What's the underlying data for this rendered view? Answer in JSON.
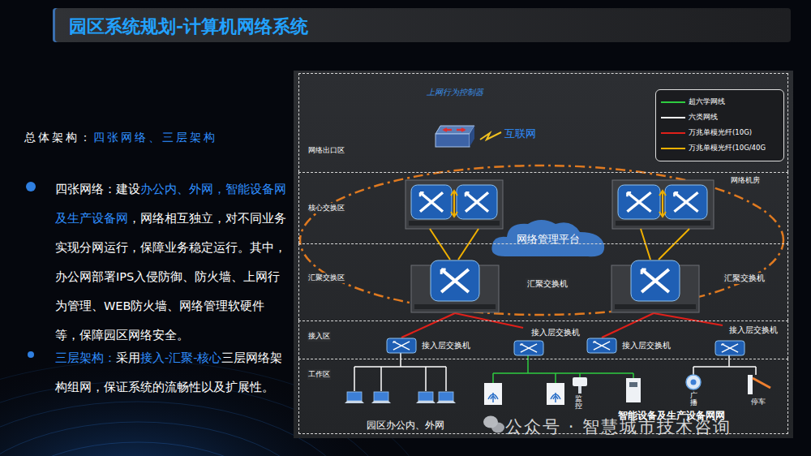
{
  "diagram": {
    "title": "园区系统规划-计算机网络系统",
    "nodes": [
      {
        "text": [
          "网络出口区"
        ]
      },
      {
        "text": [
          "核心交换区"
        ]
      },
      {
        "text": [
          "汇聚交换区"
        ]
      },
      {
        "text": [
          "接入区"
        ]
      },
      {
        "text": [
          "工作区"
        ]
      },
      {
        "text": [
          "上网行为控制器"
        ],
        "in": 0
      },
      {
        "text": [
          "网络管理平台"
        ],
        "in": 1
      },
      {
        "text": [
          "汇聚交换机"
        ],
        "in": 2
      },
      {
        "text": [
          "汇聚交换机"
        ],
        "in": 2
      },
      {
        "text": [
          "接入层交换机"
        ],
        "in": 3
      },
      {
        "text": [
          "接入层交换机"
        ],
        "in": 3
      },
      {
        "text": [
          "接入层交换机"
        ],
        "in": 3
      },
      {
        "text": [
          "接入层交换机"
        ],
        "in": 3
      }
    ],
    "edges": [
      {
        "from": 7,
        "to": 9,
        "arrow": "none"
      },
      {
        "from": 7,
        "to": 10,
        "arrow": "none"
      },
      {
        "from": 8,
        "to": 11,
        "arrow": "none"
      },
      {
        "from": 8,
        "to": 12,
        "arrow": "none"
      }
    ],
    "labels": [
      "总体架构：",
      "四张网络、三层架构",
      "四张网络：建设",
      "办公内、外网，智能设备网及生产设备网",
      "，网络相互独立，对不同业务实现分网运行，保障业务稳定运行。其中，办公网部署IPS入侵防御、防火墙、上网行为管理、WEB防火墙、网络管理软硬件等，保障园区网络安全。",
      "三层架构：",
      "采用",
      "接入-汇聚-核心",
      "三层网络架构组网，保证系统的流畅性以及扩展性。",
      "互联网",
      "网络机房",
      "监控",
      "广播",
      "停车",
      "园区办公内、外网",
      "智能设备及生产设备网网",
      "公众号 · 智慧城市技术咨询"
    ],
    "legend": [
      {
        "text": "超六学网线"
      },
      {
        "text": "六类网线"
      },
      {
        "text": "万兆单模光纤(10G)"
      },
      {
        "text": "万兆单模光纤(10G/40G"
      }
    ]
  }
}
